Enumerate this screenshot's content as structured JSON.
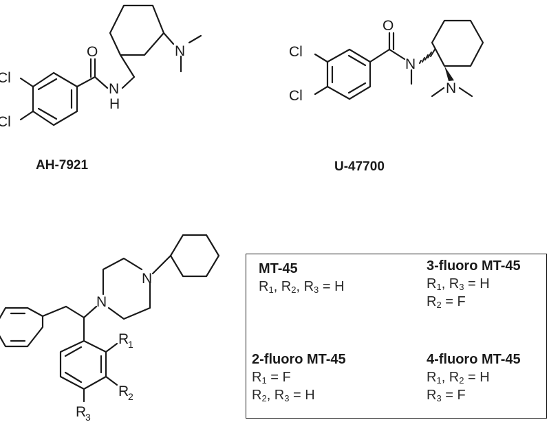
{
  "compounds": {
    "ah7921": {
      "name": "AH-7921"
    },
    "u47700": {
      "name": "U-47700"
    }
  },
  "atoms": {
    "cl": "Cl",
    "n": "N",
    "h": "H",
    "o": "O",
    "r": "R",
    "sub1": "1",
    "sub2": "2",
    "sub3": "3"
  },
  "legend": {
    "variants": [
      {
        "name": "MT-45",
        "lines": [
          [
            [
              "R",
              "1"
            ],
            [
              ", R",
              "2"
            ],
            [
              ", R",
              "3"
            ],
            [
              " = H",
              ""
            ]
          ]
        ]
      },
      {
        "name": "3-fluoro MT-45",
        "lines": [
          [
            [
              "R",
              "1"
            ],
            [
              ", R",
              "3"
            ],
            [
              " = H",
              ""
            ]
          ],
          [
            [
              "R",
              "2"
            ],
            [
              " = F",
              ""
            ]
          ]
        ]
      },
      {
        "name": "2-fluoro MT-45",
        "lines": [
          [
            [
              "R",
              "1"
            ],
            [
              " = F",
              ""
            ]
          ],
          [
            [
              "R",
              "2"
            ],
            [
              ", R",
              "3"
            ],
            [
              " = H",
              ""
            ]
          ]
        ]
      },
      {
        "name": "4-fluoro MT-45",
        "lines": [
          [
            [
              "R",
              "1"
            ],
            [
              ", R",
              "2"
            ],
            [
              " = H",
              ""
            ]
          ],
          [
            [
              "R",
              "3"
            ],
            [
              " = F",
              ""
            ]
          ]
        ]
      }
    ]
  }
}
